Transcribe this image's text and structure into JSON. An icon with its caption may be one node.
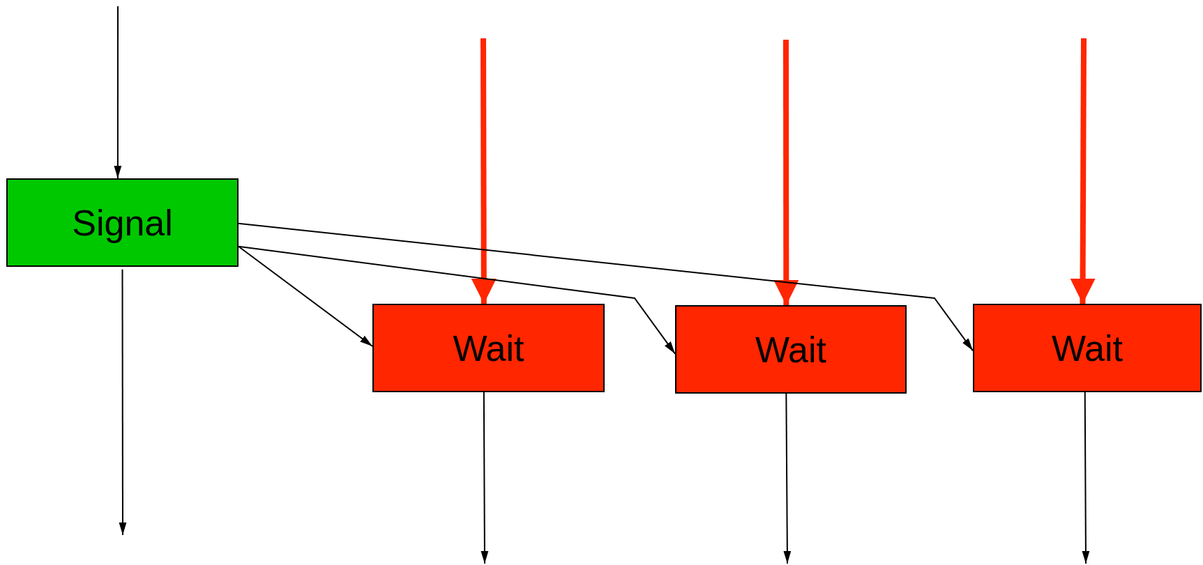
{
  "diagram": {
    "nodes": [
      {
        "text": [
          "Signal"
        ]
      },
      {
        "text": [
          "Wait"
        ]
      },
      {
        "text": [
          "Wait"
        ]
      },
      {
        "text": [
          "Wait"
        ]
      }
    ],
    "edges": [
      {
        "from": null,
        "to": 0,
        "arrow": "to"
      },
      {
        "from": 0,
        "to": null,
        "arrow": "to"
      },
      {
        "from": null,
        "to": 1,
        "arrow": "to",
        "style": "thick",
        "color": "#ff2600"
      },
      {
        "from": null,
        "to": 2,
        "arrow": "to",
        "style": "thick",
        "color": "#ff2600"
      },
      {
        "from": null,
        "to": 3,
        "arrow": "to",
        "style": "thick",
        "color": "#ff2600"
      },
      {
        "from": 0,
        "to": 1,
        "arrow": "to"
      },
      {
        "from": 0,
        "to": 2,
        "arrow": "to"
      },
      {
        "from": 0,
        "to": 3,
        "arrow": "to"
      },
      {
        "from": 1,
        "to": null,
        "arrow": "to"
      },
      {
        "from": 2,
        "to": null,
        "arrow": "to"
      },
      {
        "from": 3,
        "to": null,
        "arrow": "to"
      }
    ]
  }
}
